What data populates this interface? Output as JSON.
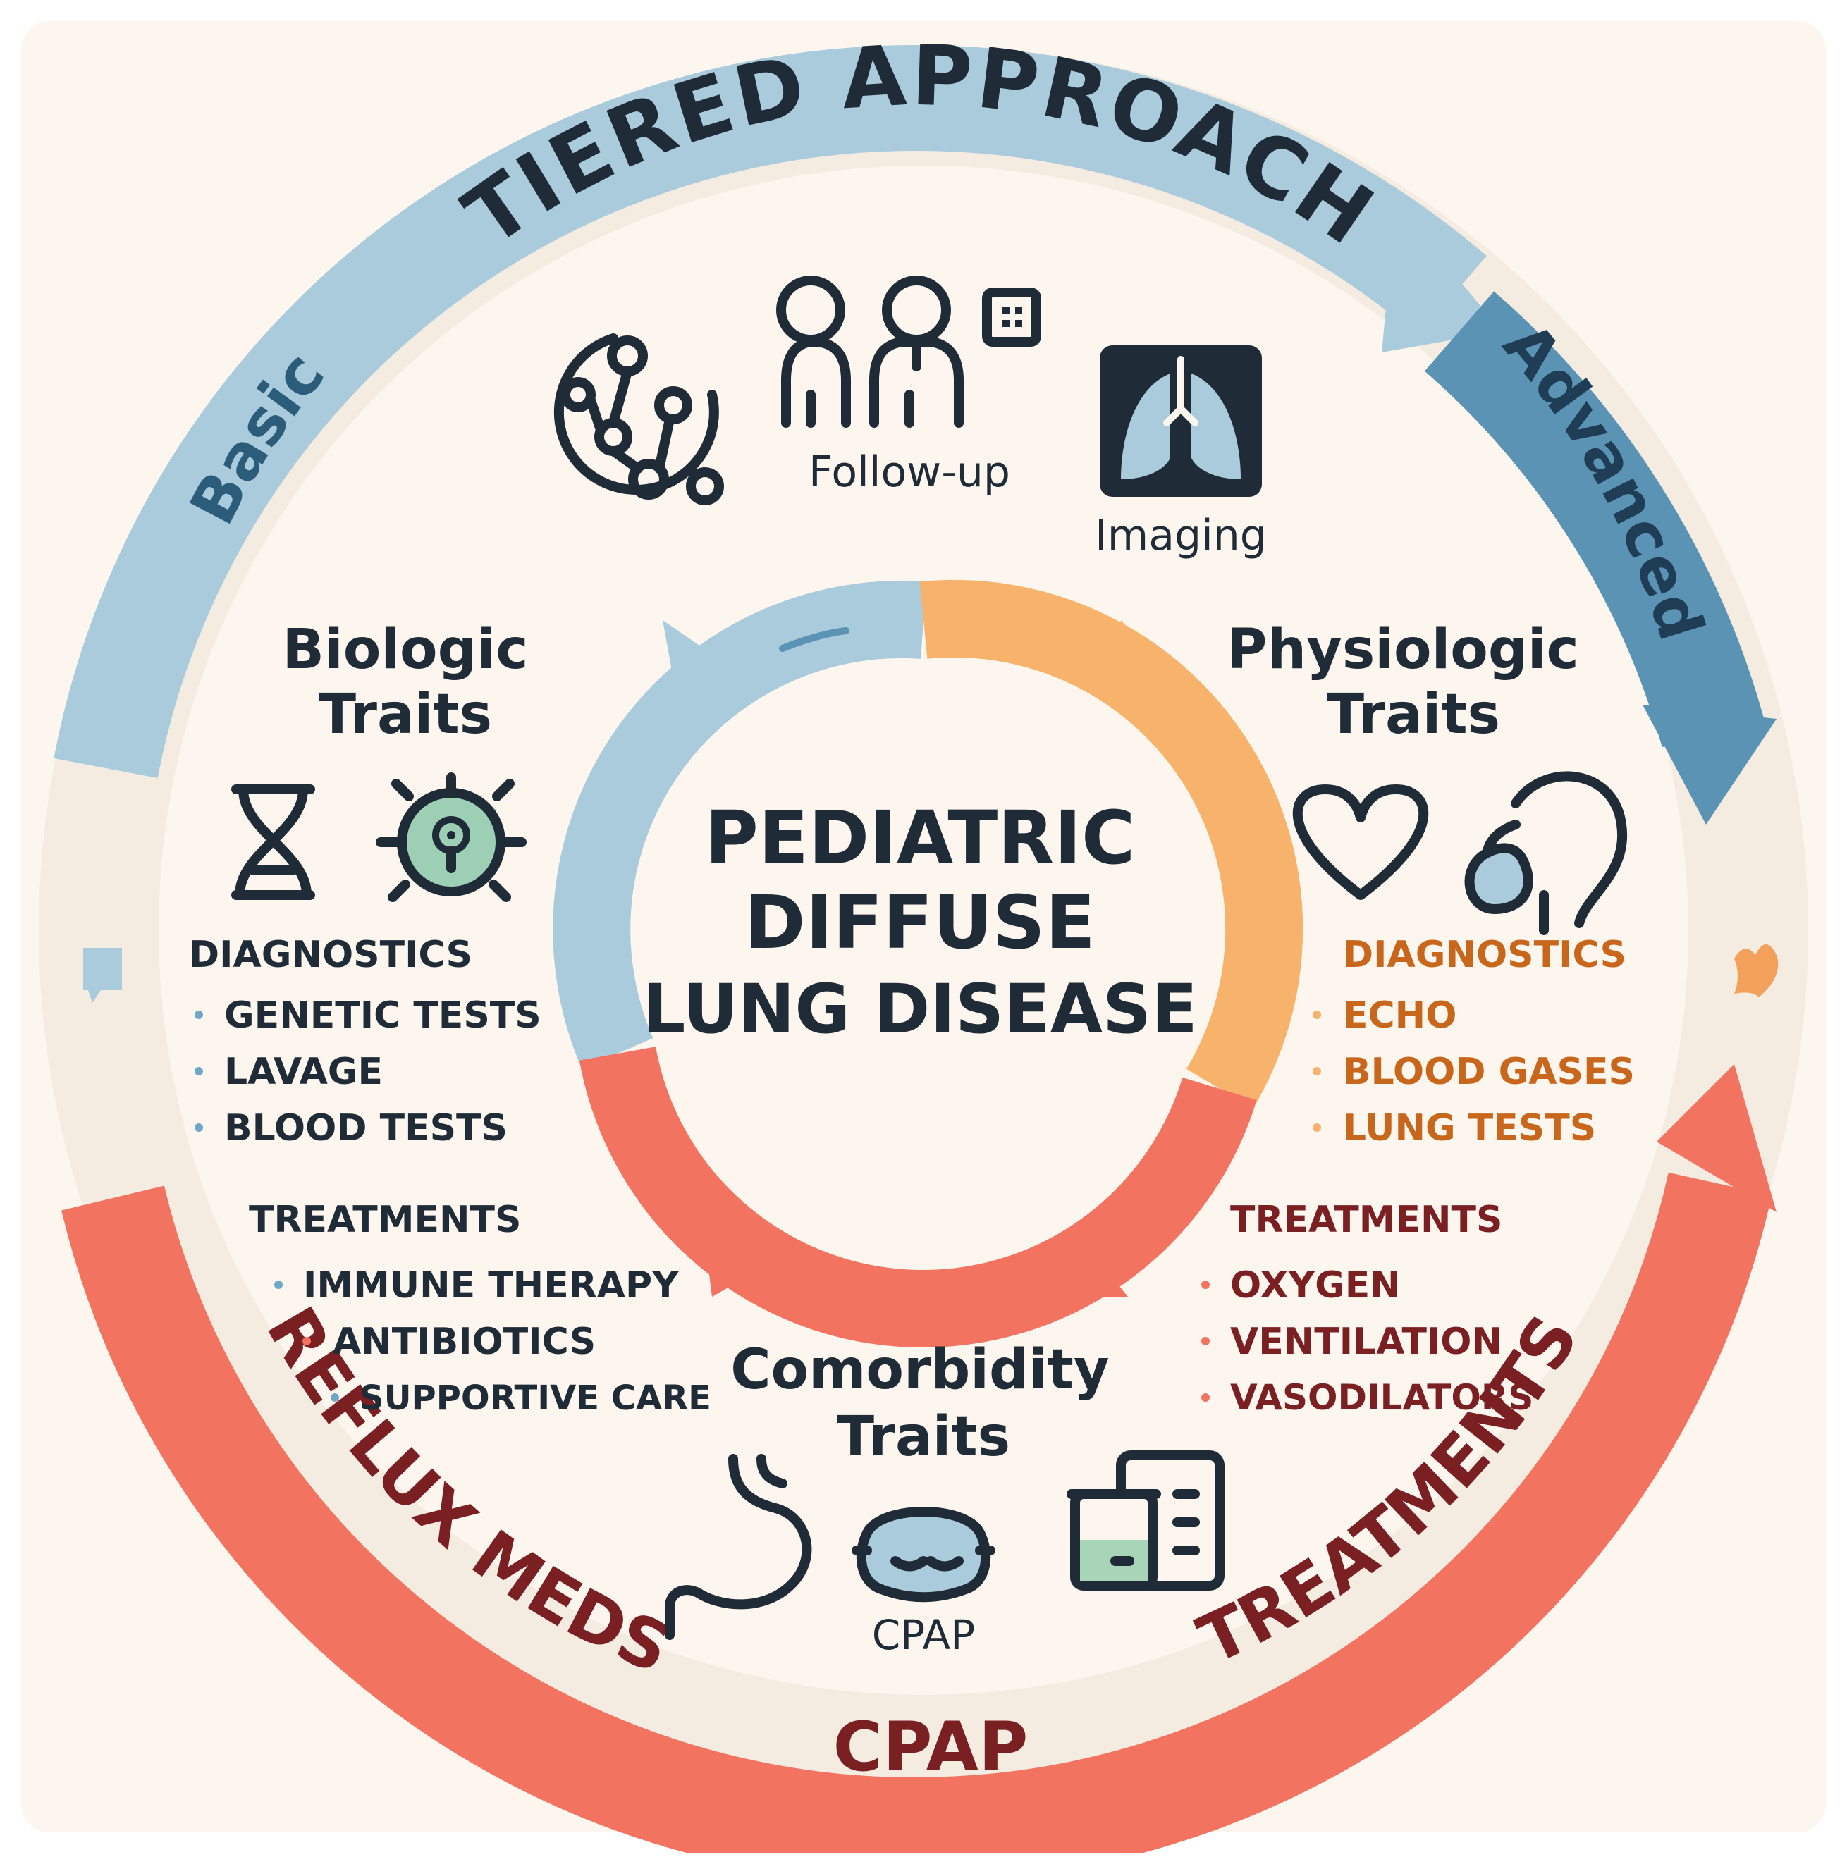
{
  "center": {
    "line1": "PEDIATRIC",
    "line2": "DIFFUSE",
    "line3": "LUNG DISEASE"
  },
  "outer_ring": {
    "top_label": "TIERED APPROACH",
    "left_label": "Basic",
    "right_label": "Advanced",
    "bottom_left_label": "REFLUX MEDS",
    "bottom_label": "CPAP",
    "bottom_right_label": "TREATMENTS"
  },
  "top_icons": {
    "network_icon": "network-icon",
    "follow_up_label": "Follow-up",
    "imaging_label": "Imaging"
  },
  "biologic": {
    "title_line1": "Biologic",
    "title_line2": "Traits",
    "diagnostics_head": "DIAGNOSTICS",
    "diagnostics": [
      "GENETIC TESTS",
      "LAVAGE",
      "BLOOD TESTS"
    ],
    "treatments_head": "TREATMENTS",
    "treatments": [
      "IMMUNE THERAPY",
      "ANTIBIOTICS",
      "SUPPORTIVE CARE"
    ]
  },
  "physiologic": {
    "title_line1": "Physiologic",
    "title_line2": "Traits",
    "diagnostics_head": "DIAGNOSTICS",
    "diagnostics": [
      "ECHO",
      "BLOOD GASES",
      "LUNG TESTS"
    ],
    "treatments_head": "TREATMENTS",
    "treatments": [
      "OXYGEN",
      "VENTILATION",
      "VASODILATORS"
    ]
  },
  "comorbidity": {
    "title_line1": "Comorbidity",
    "title_line2": "Traits",
    "cpap_label": "CPAP"
  },
  "colors": {
    "blue_light": "#a9cbdb",
    "blue_dark": "#5a93b3",
    "orange": "#f7b26b",
    "coral": "#f2735f",
    "navy": "#1f2b36",
    "orange_text": "#c8661c",
    "maroon_text": "#7a1f22",
    "bg": "#fdf6ee"
  }
}
